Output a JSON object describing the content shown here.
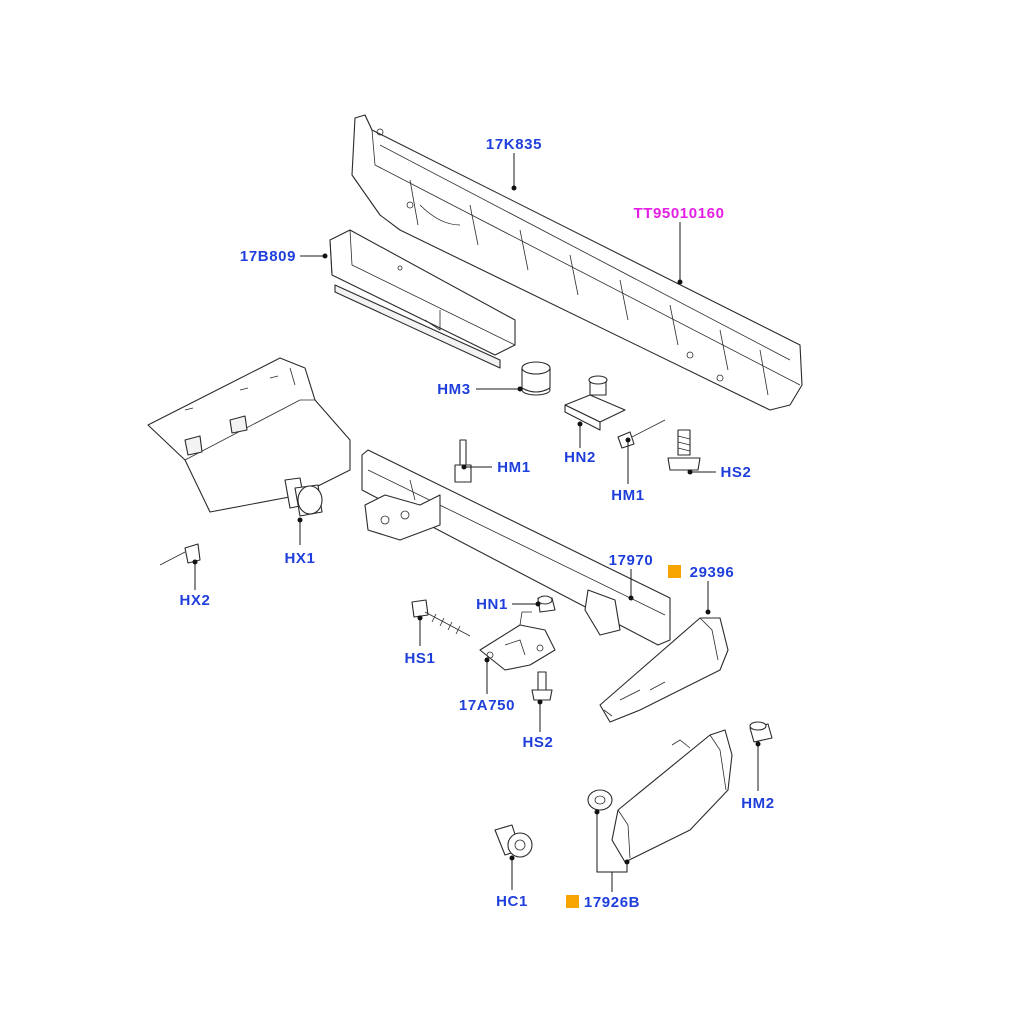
{
  "colors": {
    "label": "#1f3fdc",
    "highlight": "#e51ee5",
    "marker": "#f7a400"
  },
  "callouts": {
    "c17K835": "17K835",
    "cTT95010160": "TT95010160",
    "c17B809": "17B809",
    "cHM3": "HM3",
    "cHN2": "HN2",
    "cHM1a": "HM1",
    "cHM1b": "HM1",
    "cHS2a": "HS2",
    "cHX1": "HX1",
    "cHX2": "HX2",
    "c17970": "17970",
    "c29396": "29396",
    "cHN1": "HN1",
    "cHS1": "HS1",
    "c17A750": "17A750",
    "cHS2b": "HS2",
    "cHM2": "HM2",
    "cHC1": "HC1",
    "c17926B": "17926B"
  }
}
